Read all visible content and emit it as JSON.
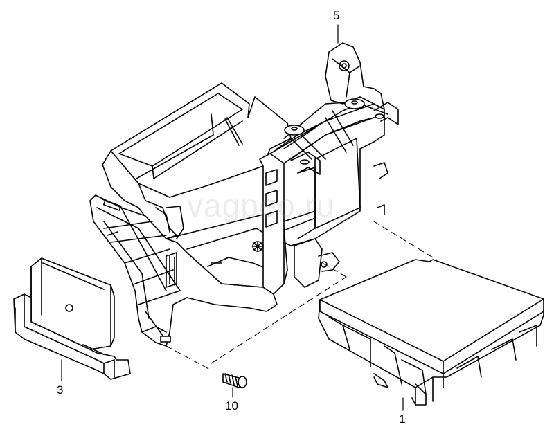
{
  "diagram": {
    "watermark": "vagpeo.ru",
    "callouts": [
      {
        "id": "callout-5",
        "label": "5",
        "part": "bracket"
      },
      {
        "id": "callout-3",
        "label": "3",
        "part": "control-unit-small"
      },
      {
        "id": "callout-10",
        "label": "10",
        "part": "screw"
      },
      {
        "id": "callout-1",
        "label": "1",
        "part": "control-unit-large"
      }
    ],
    "colors": {
      "line": "#000000",
      "fill": "#ffffff"
    }
  }
}
